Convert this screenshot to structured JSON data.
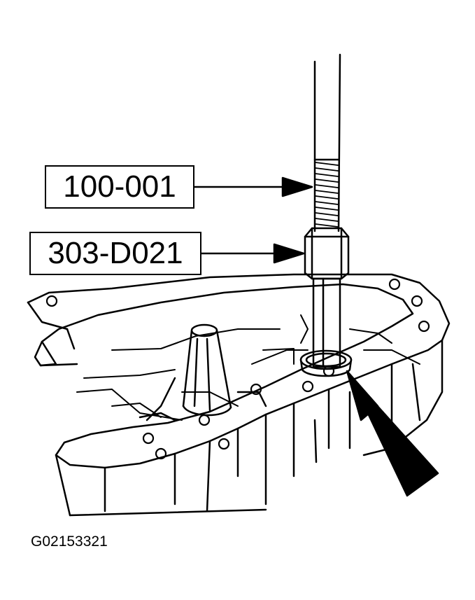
{
  "callouts": {
    "tool_1": "100-001",
    "tool_2": "303-D021"
  },
  "figure_id": "G02153321",
  "colors": {
    "line": "#000000",
    "background": "#ffffff"
  }
}
